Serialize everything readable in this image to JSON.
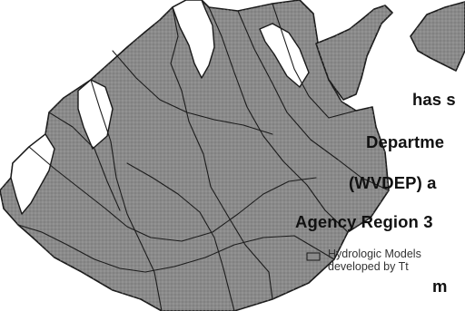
{
  "body_text": {
    "line1": "has s",
    "line2": "Departme",
    "line3": "(WVDEP) a",
    "line4": "Agency Region 3",
    "line5": "m"
  },
  "legend": {
    "label_line1": "Hydrologic Models",
    "label_line2": "developed by Tt",
    "swatch_color": "#8a8a8a"
  },
  "colors": {
    "modeled_fill": "#8a8a8a",
    "boundary": "#1a1a1a"
  }
}
